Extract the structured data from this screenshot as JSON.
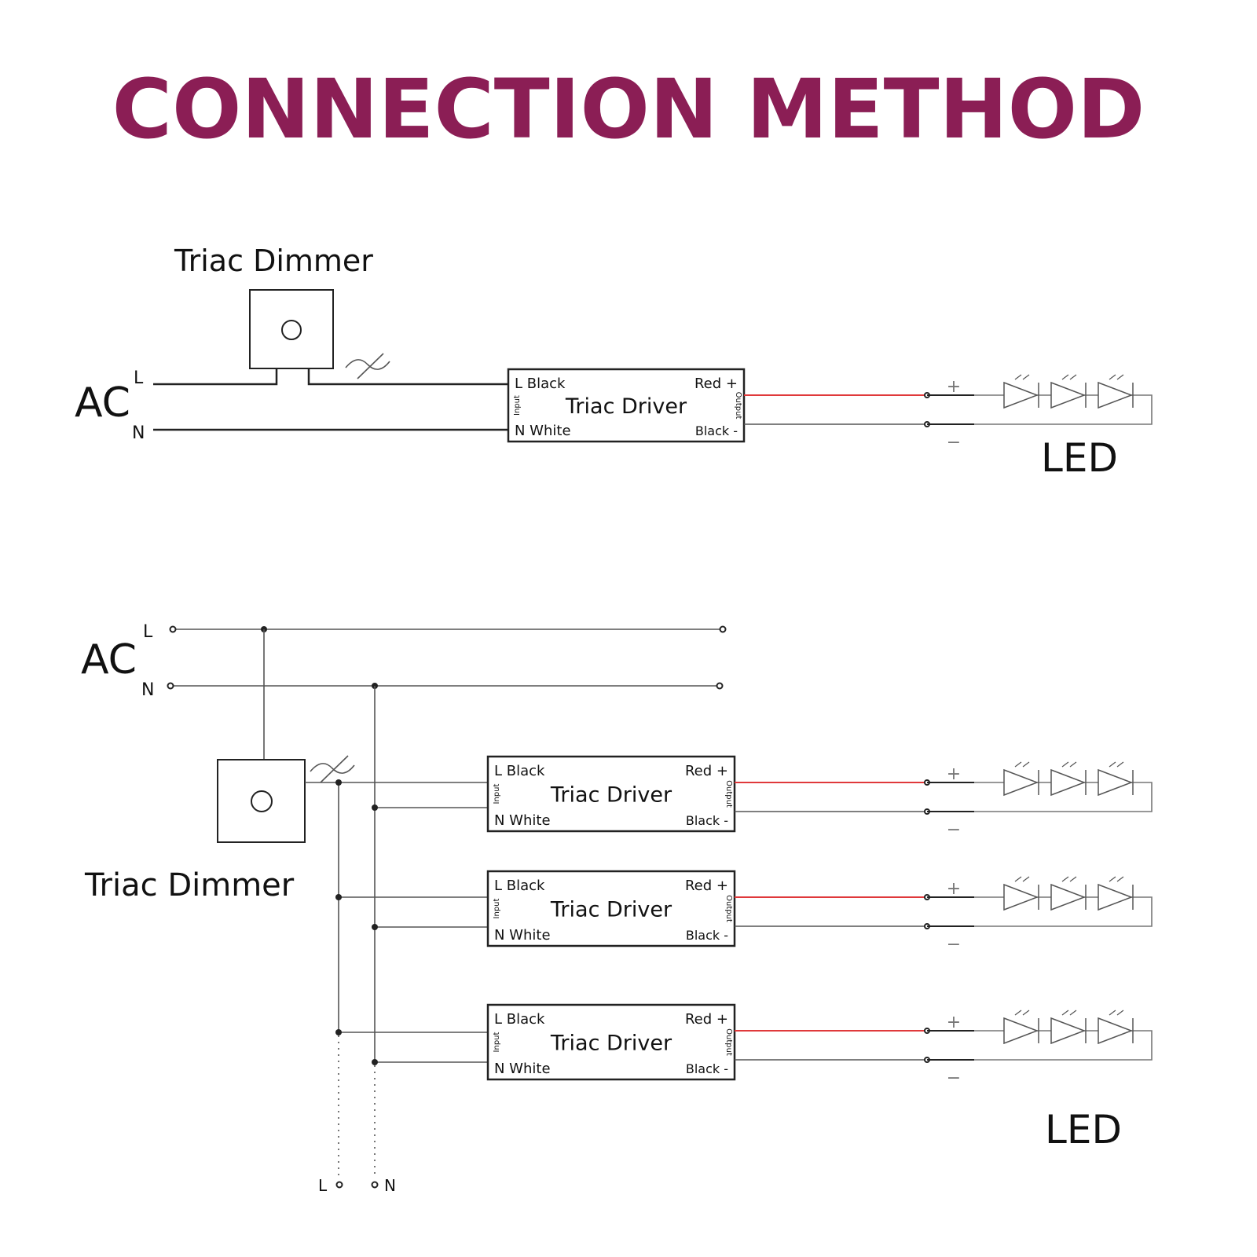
{
  "title": "CONNECTION METHOD",
  "colors": {
    "title": "#8b1e55",
    "positive_wire": "#e0393b",
    "wire": "#222222"
  },
  "driver": {
    "name": "Triac Driver",
    "input_l": "L Black",
    "input_n": "N White",
    "output_pos": "Red +",
    "output_neg": "Black -",
    "input_side": "Input",
    "output_side": "Output"
  },
  "top_diagram": {
    "dimmer_label": "Triac Dimmer",
    "ac_label": "AC",
    "ac_l": "L",
    "ac_n": "N",
    "plus": "+",
    "minus": "−",
    "led_label": "LED"
  },
  "bottom_diagram": {
    "dimmer_label": "Triac Dimmer",
    "ac_label": "AC",
    "ac_l": "L",
    "ac_n": "N",
    "plus": "+",
    "minus": "−",
    "led_label": "LED",
    "bus_l": "L",
    "bus_n": "N",
    "driver_count": 3
  }
}
